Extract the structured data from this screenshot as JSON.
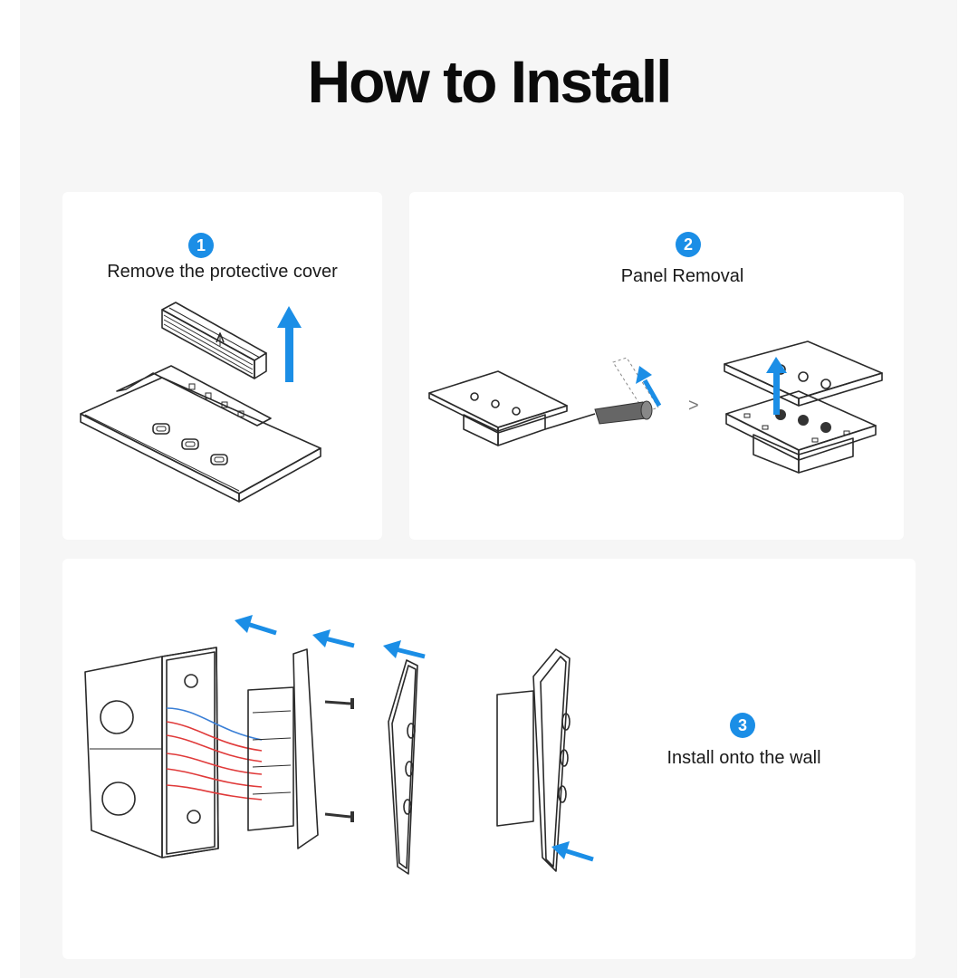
{
  "title": "How to Install",
  "steps": [
    {
      "number": "1",
      "label": "Remove the protective cover"
    },
    {
      "number": "2",
      "label": "Panel Removal"
    },
    {
      "number": "3",
      "label": "Install onto the wall"
    }
  ],
  "separator": ">",
  "colors": {
    "accent": "#1b8ee6",
    "background": "#f6f6f6",
    "card": "#ffffff",
    "wire_red": "#e03a3a",
    "wire_blue": "#3a7fd6"
  },
  "icons": [
    "up-arrow-icon",
    "left-arrow-icon",
    "right-arrow-icon",
    "screwdriver-icon",
    "screw-icon"
  ]
}
